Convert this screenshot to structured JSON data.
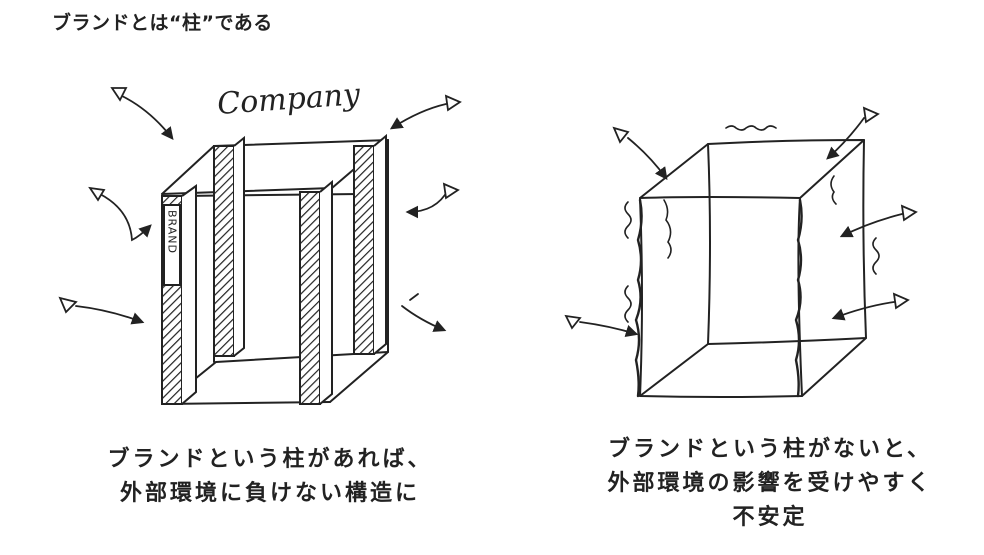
{
  "heading": "ブランドとは“柱”である",
  "left_panel": {
    "hand_label_top": "Company",
    "pillar_label": "BRAND",
    "caption_line1": "ブランドという柱があれば、",
    "caption_line2": "外部環境に負けない構造に"
  },
  "right_panel": {
    "caption_line1": "ブランドという柱がないと、",
    "caption_line2": "外部環境の影響を受けやすく",
    "caption_line3": "不安定"
  },
  "colors": {
    "ink": "#222222",
    "background": "#ffffff"
  },
  "icons": [
    "arrow-icon",
    "hatched-pillar",
    "crack-mark"
  ]
}
